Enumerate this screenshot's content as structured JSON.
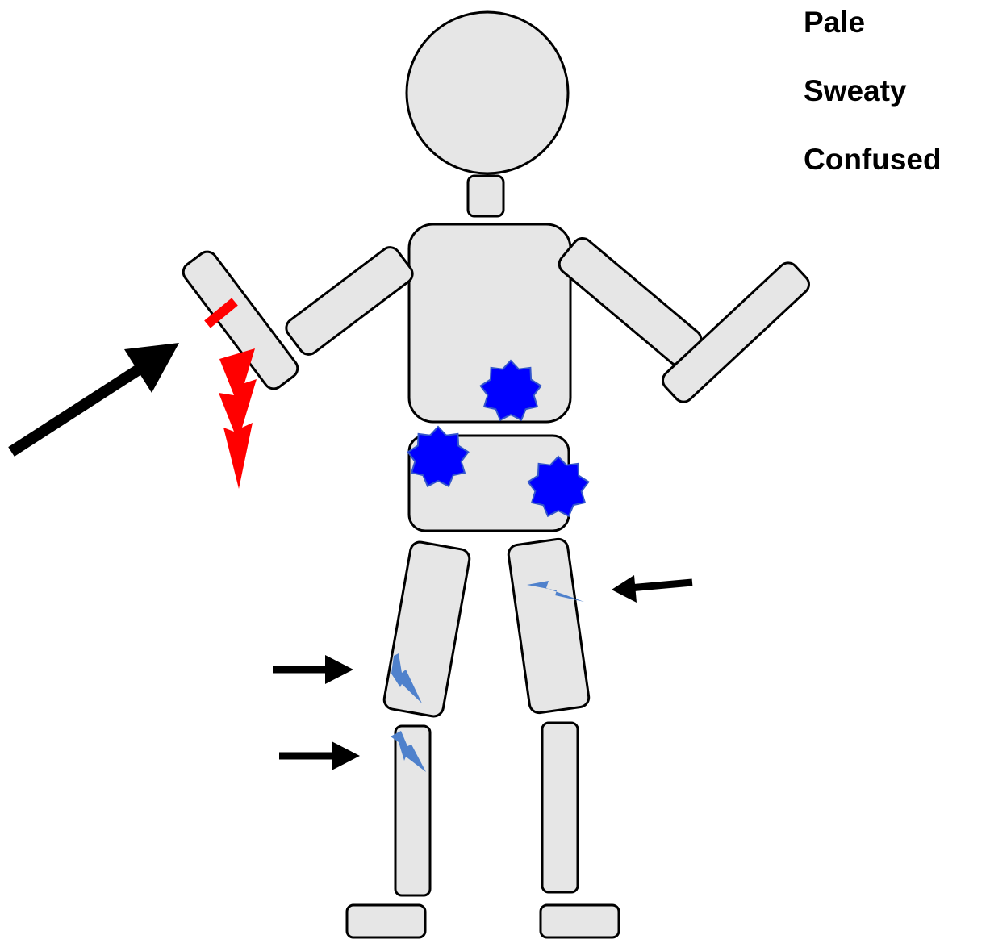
{
  "symptoms": [
    "Pale",
    "Sweaty",
    "Confused"
  ],
  "colors": {
    "body_fill": "#e6e6e6",
    "outline": "#000000",
    "wound": "#ff0000",
    "bruise": "#0000ff",
    "pain_bolt": "#4f81cc",
    "arrow": "#000000"
  },
  "icons": {
    "large_pain": "lightning-bolt-red",
    "tourniquet": "red-bar",
    "internal_injury": "blue-starburst",
    "fracture_pain": "lightning-bolt-blue",
    "indicator": "arrow"
  }
}
